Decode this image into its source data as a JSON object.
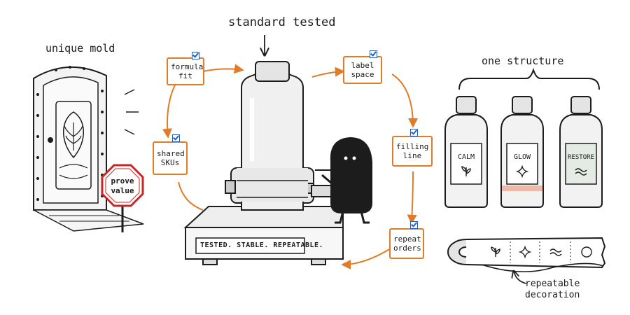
{
  "titles": {
    "unique_mold": "unique mold",
    "standard_tested": "standard tested",
    "one_structure": "one structure",
    "repeatable_decoration_line1": "repeatable",
    "repeatable_decoration_line2": "decoration"
  },
  "stop_sign": {
    "line1": "prove",
    "line2": "value"
  },
  "base_plate": "TESTED. STABLE. REPEATABLE.",
  "cycle_notes": [
    {
      "line1": "formula",
      "line2": "fit"
    },
    {
      "line1": "label",
      "line2": "space"
    },
    {
      "line1": "filling",
      "line2": "line"
    },
    {
      "line1": "repeat",
      "line2": "orders"
    },
    {
      "line1": "shared",
      "line2": "SKUs"
    }
  ],
  "bottles": [
    {
      "label": "CALM",
      "icon": "leaf-icon"
    },
    {
      "label": "GLOW",
      "icon": "sparkle-icon",
      "band_color": "#f1b9a8"
    },
    {
      "label": "RESTORE",
      "icon": "wave-icon",
      "label_bg": "#e4ebe4"
    }
  ],
  "tape_icons": [
    "leaf-icon",
    "sparkle-icon",
    "wave-icon",
    "circle-icon"
  ],
  "colors": {
    "accent": "#e07b26",
    "check": "#2a5db0",
    "sign": "#c62828",
    "ink": "#1c1c1c"
  }
}
